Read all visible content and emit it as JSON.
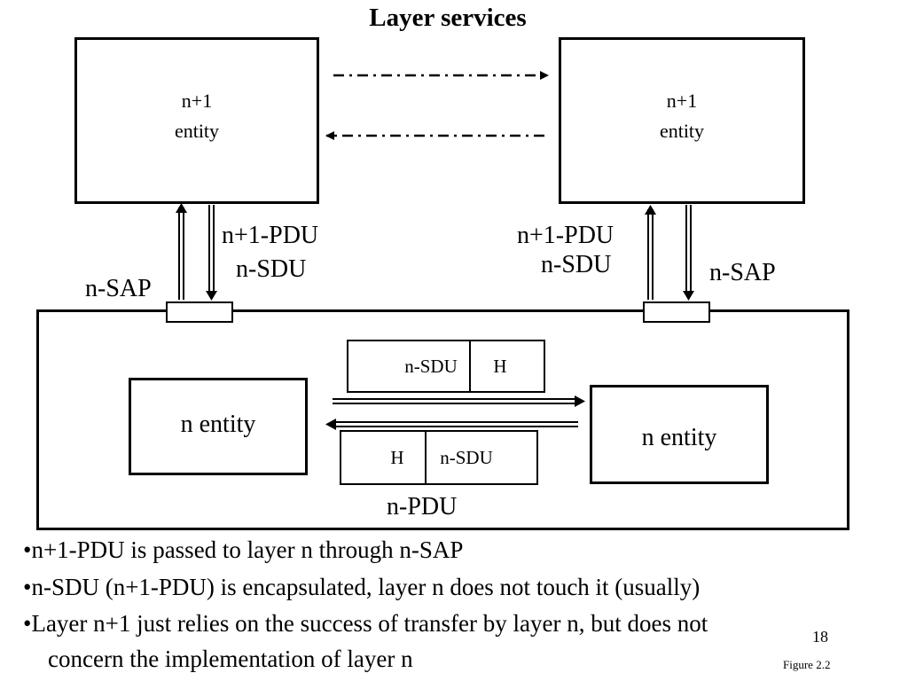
{
  "title": "Layer services",
  "upper_left": {
    "line1": "n+1",
    "line2": "entity"
  },
  "upper_right": {
    "line1": "n+1",
    "line2": "entity"
  },
  "left_pdu_label": "n+1-PDU",
  "left_sdu_label": "n-SDU",
  "right_pdu_label": "n+1-PDU",
  "right_sdu_label": "n-SDU",
  "left_sap_label": "n-SAP",
  "right_sap_label": "n-SAP",
  "lower_left_entity": "n entity",
  "lower_right_entity": "n entity",
  "packet_top": {
    "sdu": "n-SDU",
    "header": "H"
  },
  "packet_bottom": {
    "header": "H",
    "sdu": "n-SDU"
  },
  "npdu_label": "n-PDU",
  "bullets": [
    "•n+1-PDU is passed to layer n through n-SAP",
    "•n-SDU (n+1-PDU) is encapsulated, layer n does not touch it (usually)",
    "•Layer n+1 just relies on the success of transfer by layer n, but does not",
    "concern the implementation of layer n"
  ],
  "page_number": "18",
  "figure_label": "Figure 2.2"
}
